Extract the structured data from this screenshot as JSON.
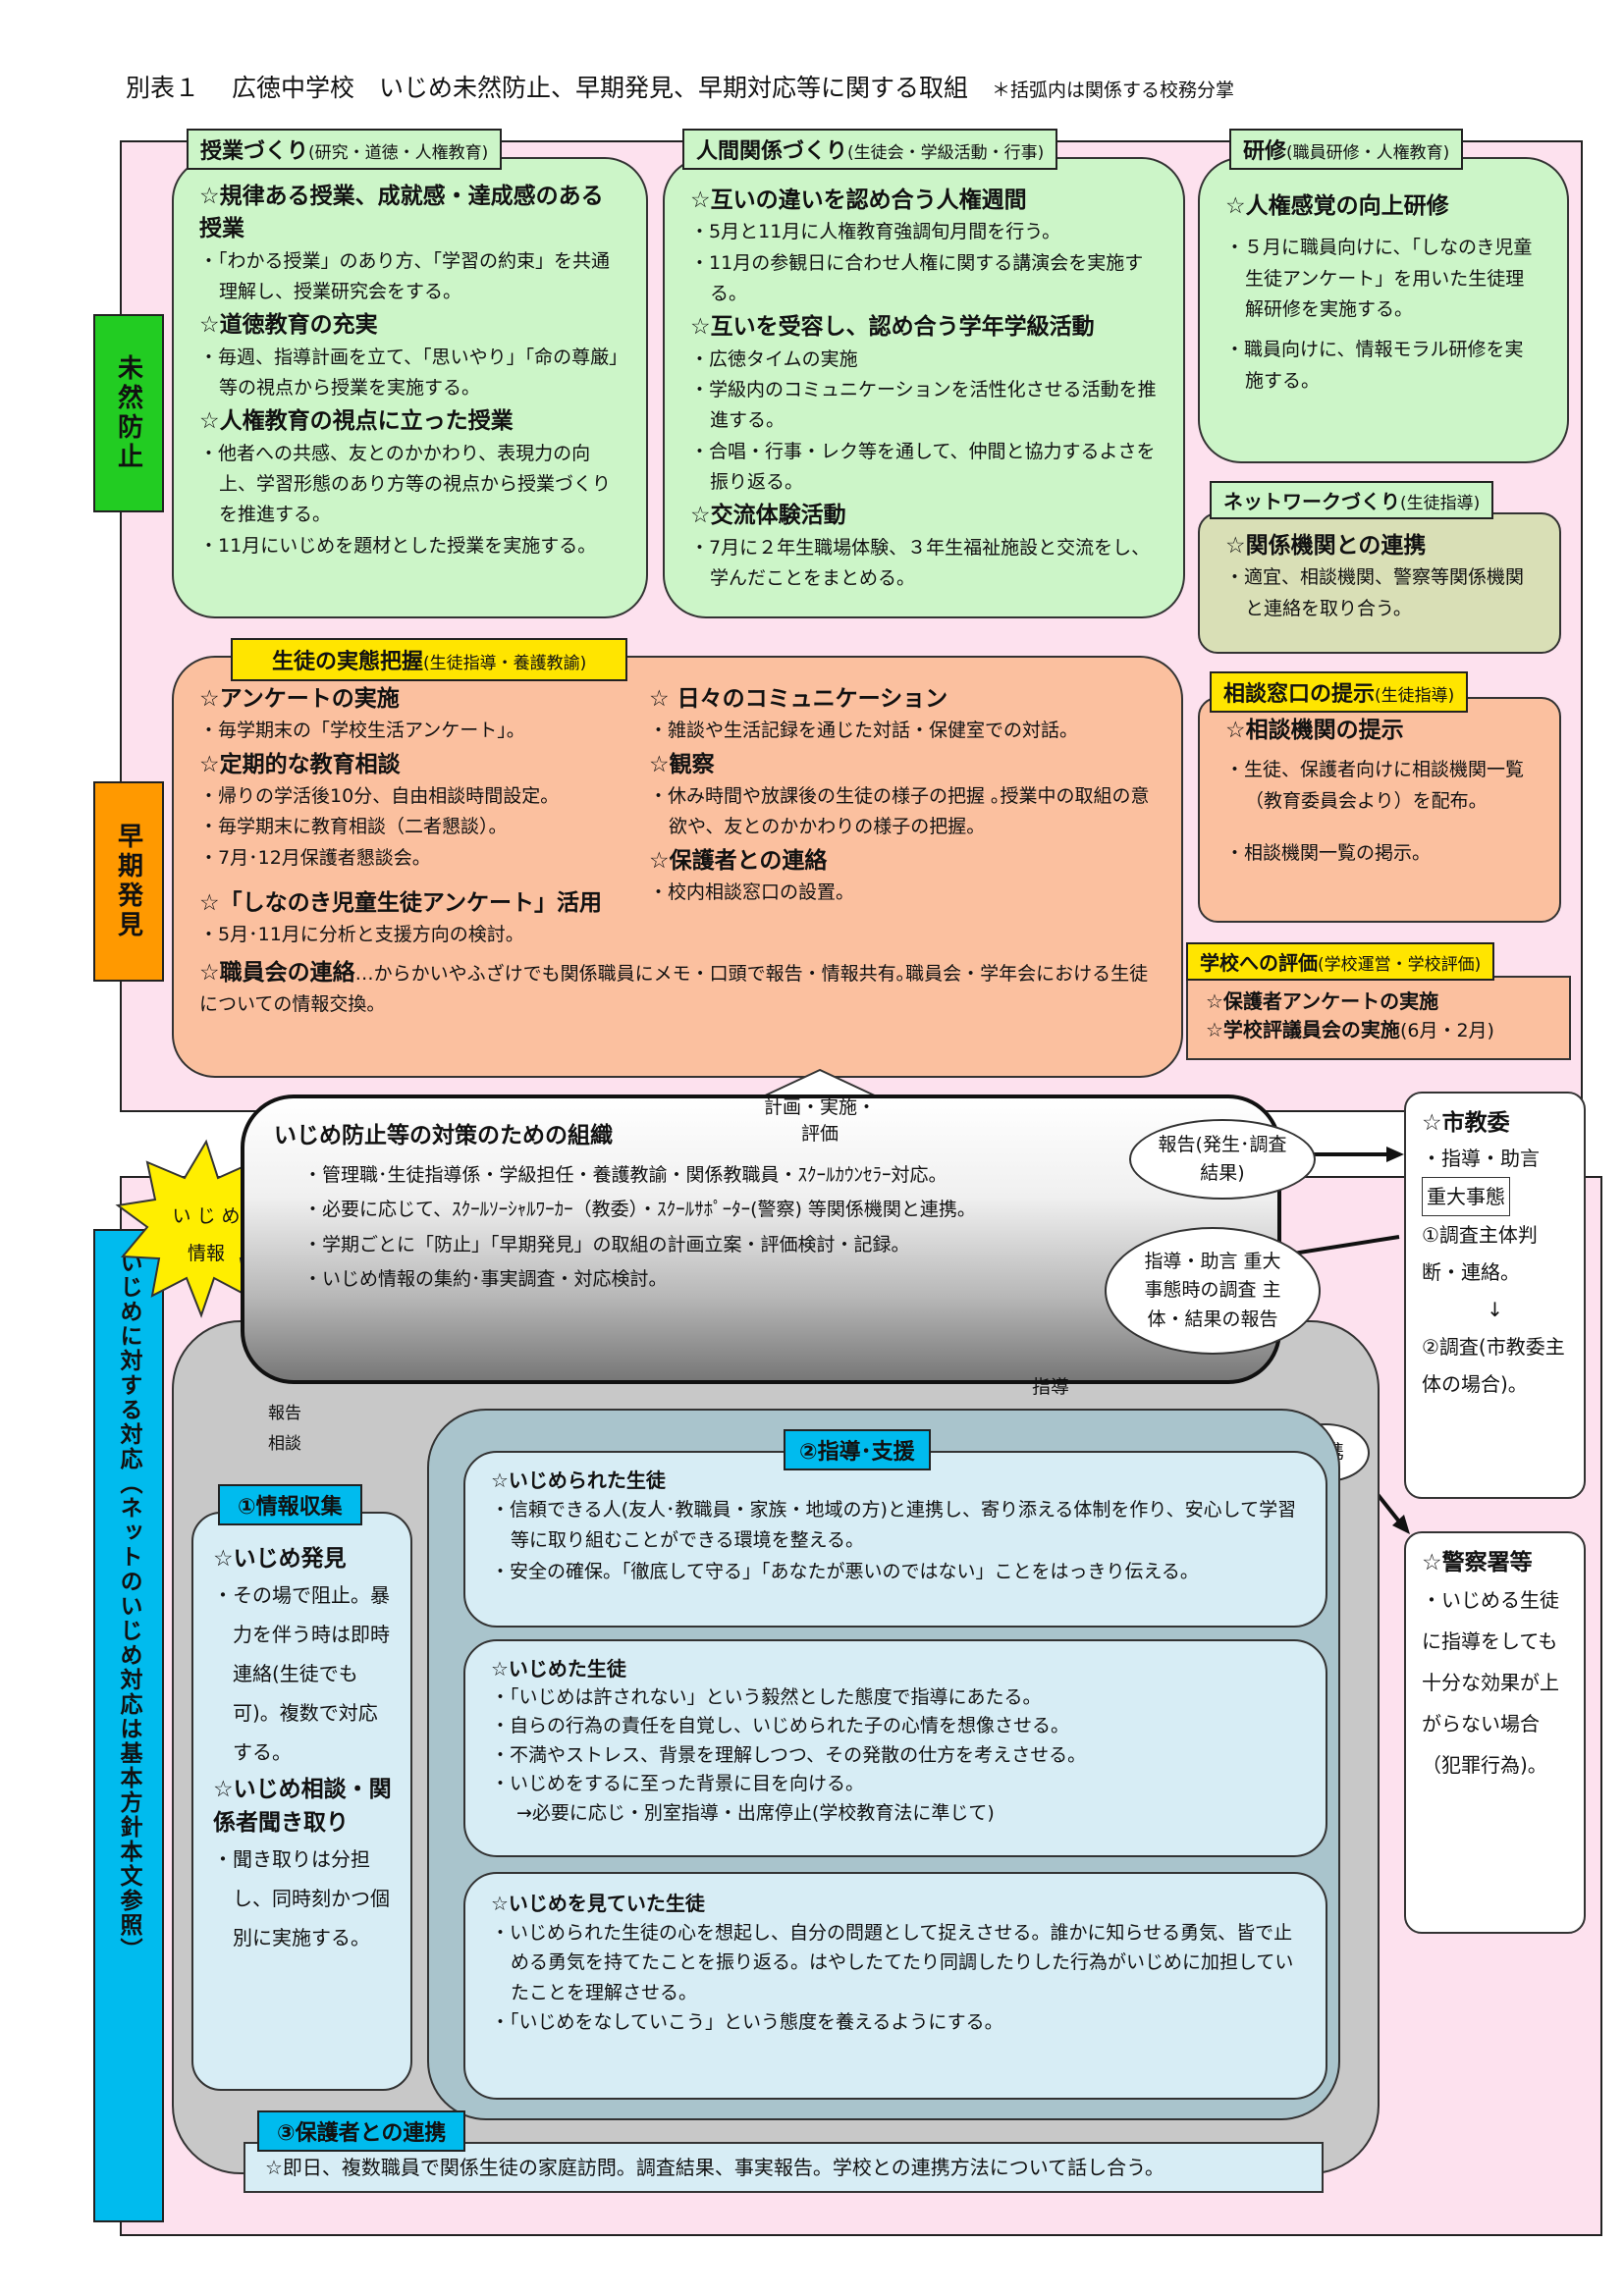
{
  "title": {
    "main": "別表１　 広徳中学校　いじめ未然防止、早期発見、早期対応等に関する取組",
    "note": "＊括弧内は関係する校務分掌"
  },
  "side_labels": {
    "prevention": "未然防止",
    "early_detection": "早期発見",
    "response": "いじめに対する対応（ネットのいじめ対応は基本方針本文参照）"
  },
  "lessons": {
    "header": "授業づくり",
    "header_sub": "(研究・道徳・人権教育)",
    "h1": "☆規律ある授業、成就感・達成感のある授業",
    "l1": "「わかる授業」のあり方、「学習の約束」を共通理解し、授業研究会をする。",
    "h2": "☆道徳教育の充実",
    "l2": "毎週、指導計画を立て、「思いやり」「命の尊厳」等の視点から授業を実施する。",
    "h3": "☆人権教育の視点に立った授業",
    "l3": "他者への共感、友とのかかわり、表現力の向上、学習形態のあり方等の視点から授業づくりを推進する。",
    "l4": "11月にいじめを題材とした授業を実施する。"
  },
  "relations": {
    "header": "人間関係づくり",
    "header_sub": "(生徒会・学級活動・行事)",
    "h1": "☆互いの違いを認め合う人権週間",
    "l1": "5月と11月に人権教育強調旬月間を行う。",
    "l2": "11月の参観日に合わせ人権に関する講演会を実施する。",
    "h2": "☆互いを受容し、認め合う学年学級活動",
    "l3": "広徳タイムの実施",
    "l4": "学級内のコミュニケーションを活性化させる活動を推進する。",
    "l5": "合唱・行事・レク等を通して、仲間と協力するよさを振り返る。",
    "h3": "☆交流体験活動",
    "l6": "7月に２年生職場体験、３年生福祉施設と交流をし、学んだことをまとめる。"
  },
  "training": {
    "header": "研修",
    "header_sub": "(職員研修・人権教育)",
    "h1": "☆人権感覚の向上研修",
    "l1": "５月に職員向けに、「しなのき児童生徒アンケート」を用いた生徒理解研修を実施する。",
    "l2": "職員向けに、情報モラル研修を実施する。"
  },
  "network": {
    "header": "ネットワークづくり",
    "header_sub": "(生徒指導)",
    "h1": "☆関係機関との連携",
    "l1": "適宜、相談機関、警察等関係機関と連絡を取り合う。"
  },
  "situation": {
    "header": "生徒の実態把握",
    "header_sub": "(生徒指導・養護教諭)",
    "h1": "☆アンケートの実施",
    "l1": "毎学期末の「学校生活アンケート」。",
    "h2": "☆定期的な教育相談",
    "l2": "帰りの学活後10分、自由相談時間設定。",
    "l3": "毎学期末に教育相談（二者懇談）。",
    "l4": "7月･12月保護者懇談会。",
    "h3": "☆「しなのき児童生徒アンケート」活用",
    "l5": "5月･11月に分析と支援方向の検討。",
    "h4": "☆職員会の連絡",
    "h4_rest": "…からかいやふざけでも関係職員にメモ・口頭で報告・情報共有｡職員会・学年会における生徒についての情報交換。",
    "h5": "☆ 日々のコミュニケーション",
    "l6": "雑談や生活記録を通じた対話・保健室での対話。",
    "h6": "☆観察",
    "l7": "休み時間や放課後の生徒の様子の把握 ｡授業中の取組の意欲や、友とのかかわりの様子の把握。",
    "h7": "☆保護者との連絡",
    "l8": "校内相談窓口の設置。"
  },
  "consult": {
    "header": "相談窓口の提示",
    "header_sub": "(生徒指導)",
    "h1": "☆相談機関の提示",
    "l1": "生徒、保護者向けに相談機関一覧（教育委員会より）を配布。",
    "l2": "相談機関一覧の掲示。"
  },
  "evaluation": {
    "header": "学校への評価",
    "header_sub": "(学校運営・学校評価)",
    "l1": "☆保護者アンケートの実施",
    "l2": "☆学校評議員会の実施",
    "l2_sub": "(6月・2月)"
  },
  "plan_label": "計画・実施・評価",
  "organization": {
    "title": "いじめ防止等の対策のための組織",
    "l1": "管理職･生徒指導係・学級担任・養護教諭・関係教職員・ｽｸｰﾙｶｳﾝｾﾗｰ対応。",
    "l2": "必要に応じて、ｽｸｰﾙｿｰｼｬﾙﾜｰｶｰ（教委）・ｽｸｰﾙｻﾎﾟｰﾀｰ(警察) 等関係機関と連携。",
    "l3": "学期ごとに「防止」「早期発見」の取組の計画立案・評価検討・記録。",
    "l4": "いじめ情報の集約･事実調査・対応検討。"
  },
  "burst": {
    "l1": "い じ め",
    "l2": "情報"
  },
  "report_bubble": "報告(発生･調査結果)",
  "guidance_bubble": "指導・助言 重大事態時の調査 主体・結果の報告",
  "guidance_arrow": "指導",
  "cooperation_bubble": "連携",
  "report_arrow": {
    "l1": "報告",
    "l2": "相談"
  },
  "city_board": {
    "h1": "☆市教委",
    "l1": "・指導・助言",
    "l2": "重大事態",
    "l3": "①調査主体判断・連絡。",
    "arrow": "↓",
    "l4": "②調査(市教委主体の場合)。"
  },
  "police": {
    "h1": "☆警察署等",
    "l1": "・いじめる生徒に指導をしても十分な効果が上がらない場合（犯罪行為)。"
  },
  "info": {
    "header": "①情報収集",
    "h1": "☆いじめ発見",
    "l1": "その場で阻止。暴力を伴う時は即時連絡(生徒でも可)。複数で対応する。",
    "h2": "☆いじめ相談・関係者聞き取り",
    "l2": "聞き取りは分担し、同時刻かつ個別に実施する。"
  },
  "support": {
    "header": "②指導･支援"
  },
  "victim": {
    "h1": "☆いじめられた生徒",
    "l1": "信頼できる人(友人･教職員・家族・地域の方)と連携し、寄り添える体制を作り、安心して学習等に取り組むことができる環境を整える。",
    "l2": "安全の確保。「徹底して守る」「あなたが悪いのではない」ことをはっきり伝える。"
  },
  "bully": {
    "h1": "☆いじめた生徒",
    "l1": "「いじめは許されない」という毅然とした態度で指導にあたる。",
    "l2": "自らの行為の責任を自覚し、いじめられた子の心情を想像させる。",
    "l3": "不満やストレス、背景を理解しつつ、その発散の仕方を考えさせる。",
    "l4": "いじめをするに至った背景に目を向ける。",
    "l5": "→必要に応じ・別室指導・出席停止(学校教育法に準じて)"
  },
  "bystander": {
    "h1": "☆いじめを見ていた生徒",
    "l1": "いじめられた生徒の心を想起し、自分の問題として捉えさせる。誰かに知らせる勇気、皆で止める勇気を持てたことを振り返る。はやしたてたり同調したりした行為がいじめに加担していたことを理解させる。",
    "l2": "「いじめをなしていこう」という態度を養えるようにする。"
  },
  "parents": {
    "header": "③保護者との連携",
    "l1": "☆即日、複数職員で関係生徒の家庭訪問。調査結果、事実報告。学校との連携方法について話し合う。"
  }
}
